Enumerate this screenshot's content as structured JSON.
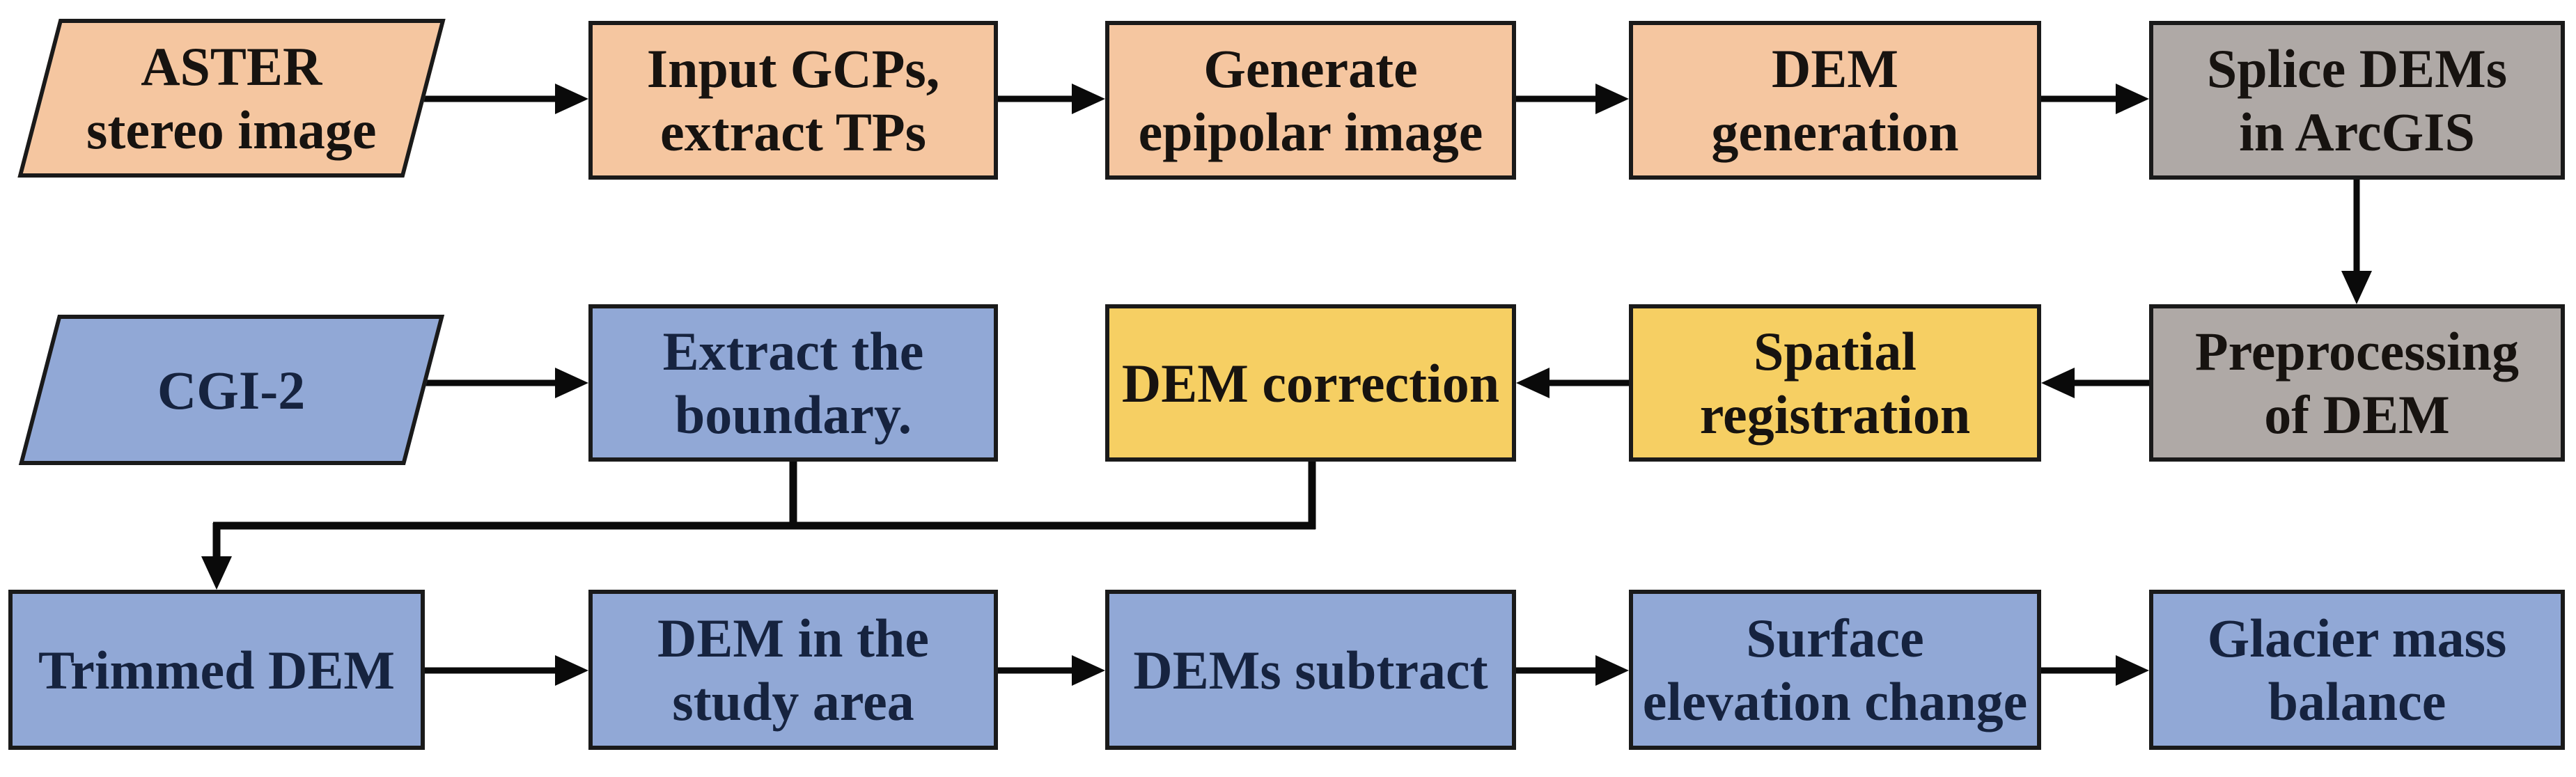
{
  "diagram": {
    "type": "flowchart",
    "nodes": {
      "aster": {
        "label": "ASTER\nstereo image",
        "shape": "parallelogram",
        "fill": "#F5C6A0"
      },
      "gcps": {
        "label": "Input GCPs,\nextract TPs",
        "shape": "rectangle",
        "fill": "#F5C6A0"
      },
      "epipolar": {
        "label": "Generate\nepipolar image",
        "shape": "rectangle",
        "fill": "#F5C6A0"
      },
      "demgen": {
        "label": "DEM\ngeneration",
        "shape": "rectangle",
        "fill": "#F5C6A0"
      },
      "splice": {
        "label": "Splice DEMs\nin ArcGIS",
        "shape": "rectangle",
        "fill": "#AFA9A6"
      },
      "cgi2": {
        "label": "CGI-2",
        "shape": "parallelogram",
        "fill": "#91A8D6"
      },
      "extract": {
        "label": "Extract the\nboundary.",
        "shape": "rectangle",
        "fill": "#91A8D6"
      },
      "demcorr": {
        "label": "DEM correction",
        "shape": "rectangle",
        "fill": "#F6CF63"
      },
      "spatial": {
        "label": "Spatial\nregistration",
        "shape": "rectangle",
        "fill": "#F6CF63"
      },
      "preproc": {
        "label": "Preprocessing\nof DEM",
        "shape": "rectangle",
        "fill": "#AFA9A6"
      },
      "trimmed": {
        "label": "Trimmed DEM",
        "shape": "rectangle",
        "fill": "#91A8D6"
      },
      "demstudy": {
        "label": "DEM in the\nstudy area",
        "shape": "rectangle",
        "fill": "#91A8D6"
      },
      "demsub": {
        "label": "DEMs subtract",
        "shape": "rectangle",
        "fill": "#91A8D6"
      },
      "surface": {
        "label": "Surface\nelevation change",
        "shape": "rectangle",
        "fill": "#91A8D6"
      },
      "glacier": {
        "label": "Glacier mass\nbalance",
        "shape": "rectangle",
        "fill": "#91A8D6"
      }
    },
    "edges": [
      {
        "from": "aster",
        "to": "gcps"
      },
      {
        "from": "gcps",
        "to": "epipolar"
      },
      {
        "from": "epipolar",
        "to": "demgen"
      },
      {
        "from": "demgen",
        "to": "splice"
      },
      {
        "from": "splice",
        "to": "preproc"
      },
      {
        "from": "preproc",
        "to": "spatial"
      },
      {
        "from": "spatial",
        "to": "demcorr"
      },
      {
        "from": "cgi2",
        "to": "extract"
      },
      {
        "from": "extract",
        "to": "trimmed"
      },
      {
        "from": "demcorr",
        "to": "trimmed"
      },
      {
        "from": "trimmed",
        "to": "demstudy"
      },
      {
        "from": "demstudy",
        "to": "demsub"
      },
      {
        "from": "demsub",
        "to": "surface"
      },
      {
        "from": "surface",
        "to": "glacier"
      }
    ],
    "colors": {
      "fill_peach": "#F5C6A0",
      "fill_gray": "#AFA9A6",
      "fill_yellow": "#F6CF63",
      "fill_blue": "#91A8D6",
      "border": "#1A1A1A",
      "arrow": "#0A0A0A",
      "text_dark": "#171310",
      "text_navy": "#16233F",
      "background": "#FFFFFF"
    }
  }
}
